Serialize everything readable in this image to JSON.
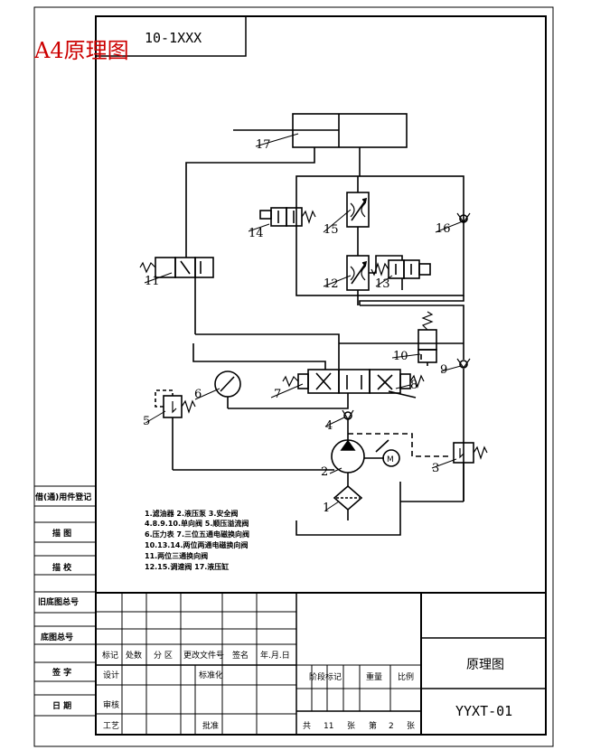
{
  "sheet": {
    "size_label": "A4原理图",
    "code_box": "10-1XXX",
    "colors": {
      "ink": "#000000",
      "size_label": "#cc0000"
    }
  },
  "callouts": [
    "1",
    "2",
    "3",
    "4",
    "5",
    "6",
    "7",
    "8",
    "9",
    "10",
    "11",
    "12",
    "13",
    "14",
    "15",
    "16",
    "17"
  ],
  "pump_symbol": "M",
  "legend": [
    "1.滤油器   2.液压泵   3.安全阀",
    "4.8.9.10.单向阀  5.顺压溢流阀",
    "6.压力表  7.三位五通电磁换向阀",
    "10.13.14.两位两通电磁换向阀",
    "11.两位三通换向阀",
    "12.15.调速阀     17.液压缸"
  ],
  "left_strip": [
    "借(通)用件登记",
    "描  图",
    "描  校",
    "旧底图总号",
    "底图总号",
    "签  字",
    "日  期"
  ],
  "title_block": {
    "headers": [
      "标记",
      "处数",
      "分 区",
      "更改文件号",
      "签名",
      "年.月.日"
    ],
    "design": "设计",
    "standardize": "标准化",
    "review": "审核",
    "process": "工艺",
    "approve": "批准",
    "stage_mark": "阶段标记",
    "weight": "重量",
    "scale": "比例",
    "sheets_total_label": "共",
    "sheets_total": "11",
    "sheets_unit": "张",
    "sheet_no_label": "第",
    "sheet_no": "2",
    "sheet_no_unit": "张",
    "drawing_name": "原理图",
    "drawing_no": "YYXT-01"
  }
}
